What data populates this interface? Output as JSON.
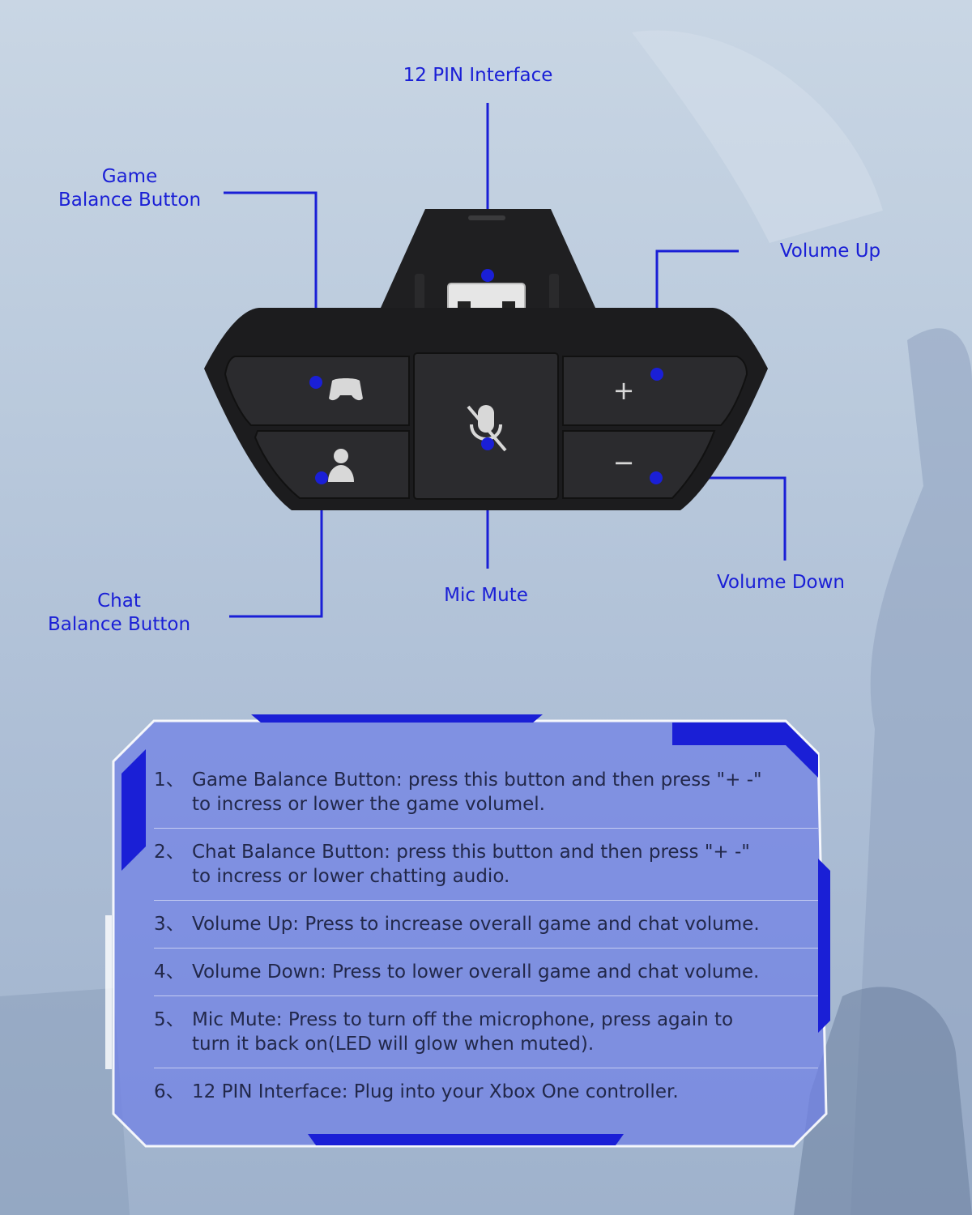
{
  "labels": {
    "pin": "12 PIN Interface",
    "game_l1": "Game",
    "game_l2": "Balance Button",
    "volup": "Volume Up",
    "chat_l1": "Chat",
    "chat_l2": "Balance Button",
    "mic": "Mic Mute",
    "voldown": "Volume Down"
  },
  "device_glyphs": {
    "plus": "+",
    "minus": "−"
  },
  "colors": {
    "accent": "#1a1fd6",
    "panel": "#6f7fe6",
    "device": "#1c1c1e"
  },
  "icons": [
    "controller-icon",
    "chat-person-icon",
    "mic-mute-icon",
    "plus-icon",
    "minus-icon"
  ],
  "instructions": [
    {
      "num": "1、",
      "line1": "Game Balance Button: press this button and then press \"+ -\"",
      "line2": "to incress or lower the game volumel."
    },
    {
      "num": "2、",
      "line1": "Chat Balance Button: press this button and then press \"+ -\"",
      "line2": "to incress or lower chatting audio."
    },
    {
      "num": "3、",
      "line1": "Volume Up: Press to increase overall game and chat volume.",
      "line2": ""
    },
    {
      "num": "4、",
      "line1": "Volume Down: Press to lower overall game and chat volume.",
      "line2": ""
    },
    {
      "num": "5、",
      "line1": "Mic Mute: Press to turn off the microphone, press again to",
      "line2": "turn it back on(LED will glow when muted)."
    },
    {
      "num": "6、",
      "line1": " 12 PIN Interface: Plug into your Xbox One controller.",
      "line2": ""
    }
  ]
}
